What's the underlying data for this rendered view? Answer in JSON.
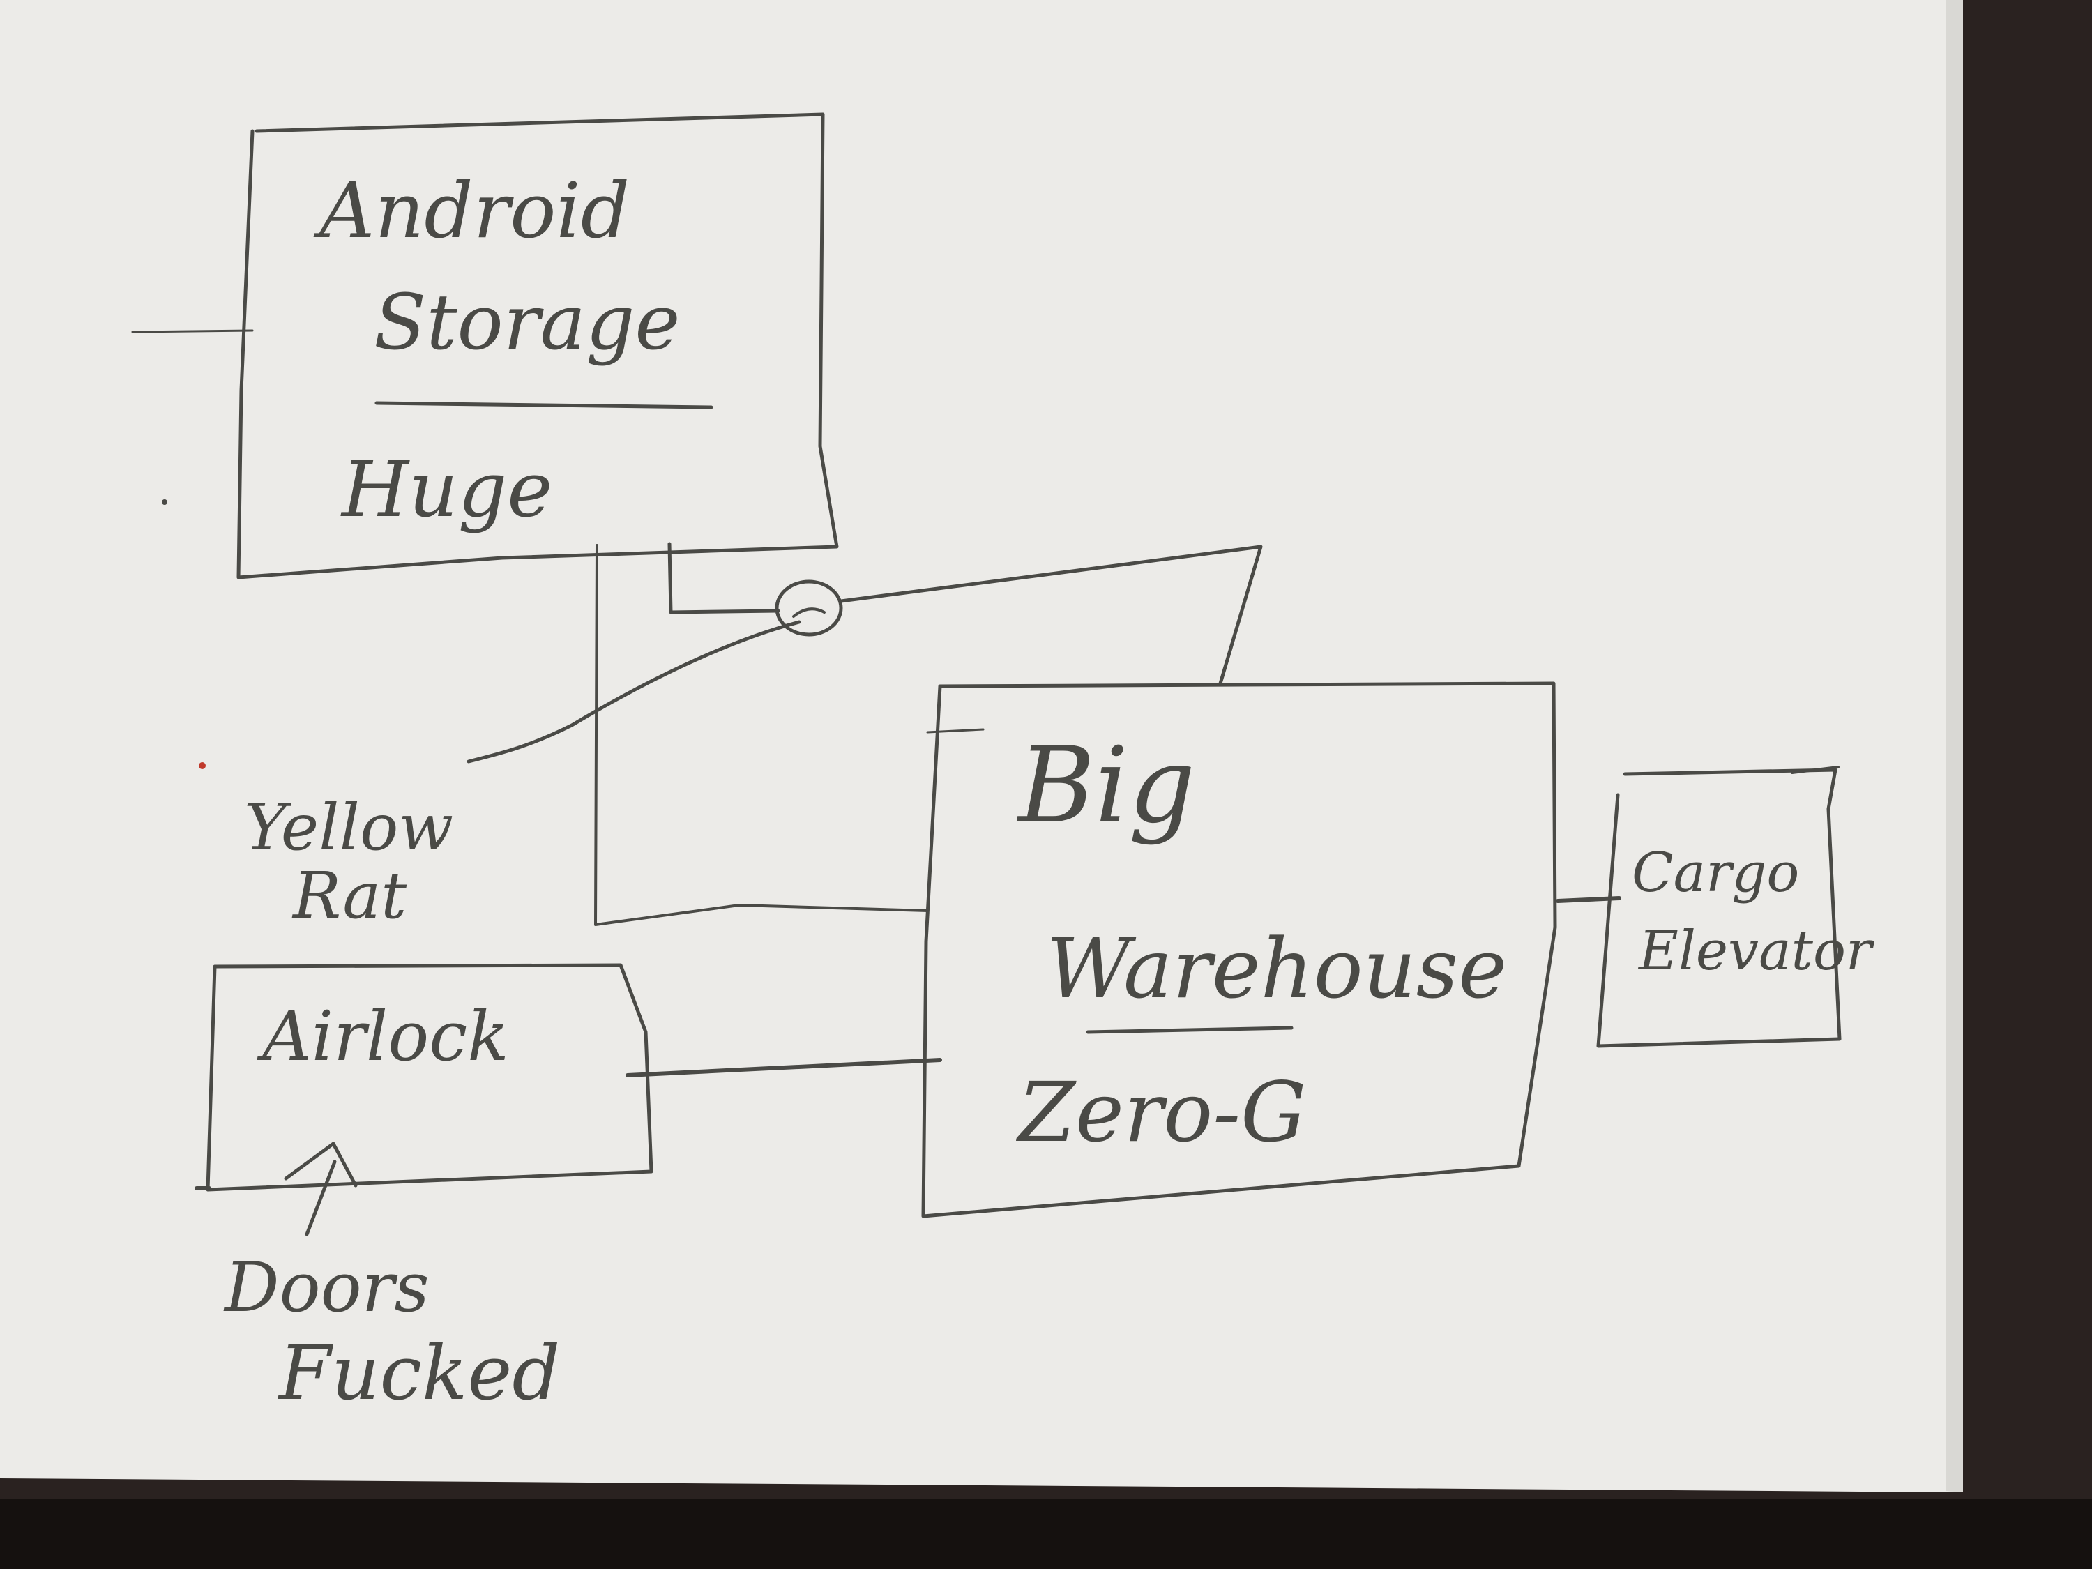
{
  "colors": {
    "paper": "#ecebe8",
    "paper_shadow": "#d9d8d4",
    "pencil": "#4a4a46",
    "desk": "#2a2220",
    "desk_edge": "#15110f",
    "stray_mark": "#c0392b"
  },
  "rooms": {
    "android_storage": {
      "line1": "Android",
      "line2": "Storage",
      "size": "Huge"
    },
    "big_warehouse": {
      "line1": "Big",
      "line2": "Warehouse",
      "gravity": "Zero-G"
    },
    "airlock": {
      "label": "Airlock"
    },
    "cargo_elevator": {
      "line1": "Cargo",
      "line2": "Elevator"
    }
  },
  "annotations": {
    "yellow_rat_line1": "Yellow",
    "yellow_rat_line2": "Rat",
    "doors_line1": "Doors",
    "doors_line2": "Fucked"
  }
}
